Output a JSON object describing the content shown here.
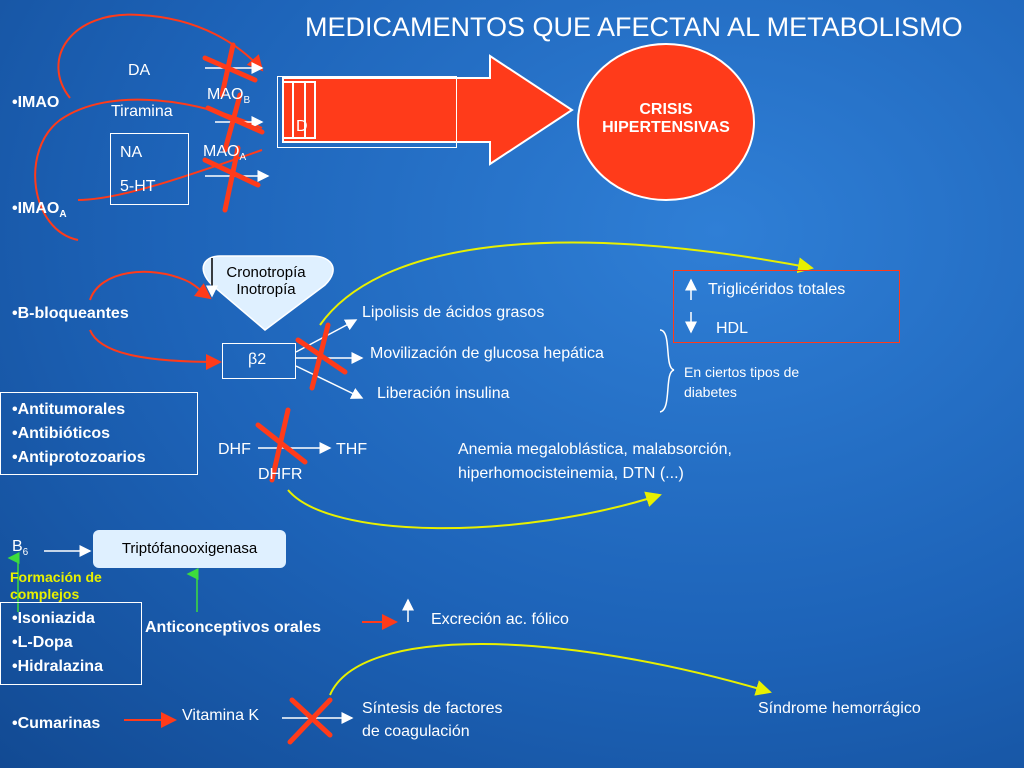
{
  "title": "MEDICAMENTOS QUE AFECTAN AL METABOLISMO",
  "imao": {
    "imao_label": "•IMAO",
    "imaoa_label": "•IMAO",
    "imaoa_sub": "A",
    "da": "DA",
    "tiramina": "Tiramina",
    "na": "NA",
    "ht": "5-HT",
    "maob": "MAO",
    "maob_sub": "B",
    "maoa": "MAO",
    "maoa_sub": "A",
    "arrow_text": "D",
    "crisis_line1": "CRISIS",
    "crisis_line2": "HIPERTENSIVAS"
  },
  "beta": {
    "label": "•B-bloqueantes",
    "heart_line1": "Cronotropía",
    "heart_line2": "Inotropía",
    "receptor": "β2",
    "effect1": "Lipolisis de ácidos grasos",
    "effect2": "Movilización de glucosa hepática",
    "effect3": "Liberación insulina",
    "trig": "Triglicéridos totales",
    "hdl": "HDL",
    "diabetes": "En ciertos tipos de diabetes"
  },
  "anti": {
    "items": [
      "•Antitumorales",
      "•Antibióticos",
      "•Antiprotozoarios"
    ],
    "dhf": "DHF",
    "thf": "THF",
    "dhfr": "DHFR",
    "anemia_line1": "Anemia megaloblástica, malabsorción,",
    "anemia_line2": "hiperhomocisteinemia, DTN (...)"
  },
  "b6": {
    "b": "B",
    "sub": "6",
    "enzyme": "Triptófanooxigenasa",
    "formacion_line1": "Formación de",
    "formacion_line2": "complejos",
    "items": [
      "•Isoniazida",
      "•L-Dopa",
      "•Hidralazina"
    ],
    "anticonceptivos": "Anticonceptivos orales",
    "excrecion": "Excreción ac. fólico"
  },
  "cumarinas": {
    "label": "•Cumarinas",
    "vitk": "Vitamina K",
    "sintesis_line1": "Síntesis de factores",
    "sintesis_line2": "de coagulación",
    "sindrome": "Síndrome hemorrágico"
  },
  "colors": {
    "red": "#ff3b1a",
    "yellow": "#e8f000",
    "green": "#3ddc3d",
    "heart": "#dff0ff"
  }
}
